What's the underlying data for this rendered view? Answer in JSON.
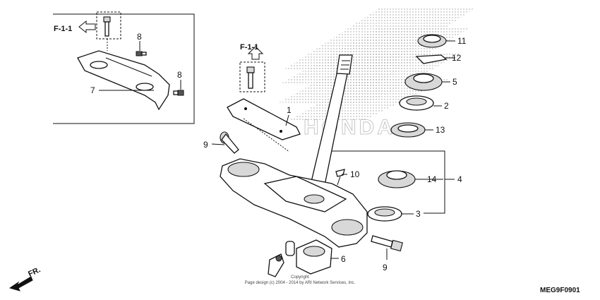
{
  "diagram": {
    "refs": {
      "top_left": "F-1-1",
      "center": "F-1-1"
    },
    "callouts": {
      "p1": "1",
      "p2": "2",
      "p3": "3",
      "p4": "4",
      "p5": "5",
      "p6": "6",
      "p7": "7",
      "p8a": "8",
      "p8b": "8",
      "p9a": "9",
      "p9b": "9",
      "p10": "10",
      "p11": "11",
      "p12": "12",
      "p13": "13",
      "p14": "14"
    },
    "direction_label": "FR.",
    "copyright": {
      "line1": "Copyright",
      "line2": "Page design (c) 2004 - 2014 by ARI Network Services, Inc."
    },
    "drawing_code": "MEG9F0901",
    "watermark": "HONDA"
  }
}
